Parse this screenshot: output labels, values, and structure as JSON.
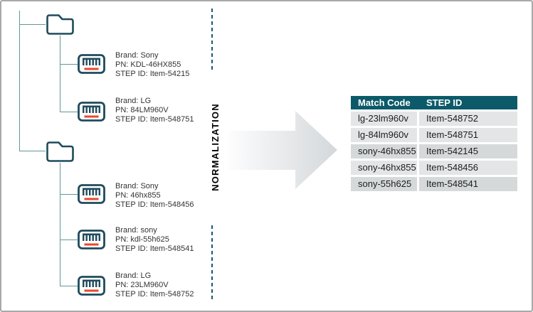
{
  "process": {
    "label": "NORMALIZATION"
  },
  "tree": {
    "items": [
      {
        "line1": "Brand: Sony",
        "line2": "PN: KDL-46HX855",
        "line3": "STEP ID: Item-54215"
      },
      {
        "line1": "Brand: LG",
        "line2": "PN: 84LM960V",
        "line3": "STEP ID: Item-548751"
      },
      {
        "line1": "Brand: Sony",
        "line2": "PN: 46hx855",
        "line3": "STEP ID: Item-548456"
      },
      {
        "line1": "Brand: sony",
        "line2": "PN: kdl-55h625",
        "line3": "STEP ID: Item-548541"
      },
      {
        "line1": "Brand: LG",
        "line2": "PN: 23LM960V",
        "line3": "STEP ID: Item-548752"
      }
    ]
  },
  "table": {
    "headers": [
      "Match Code",
      "STEP ID"
    ],
    "rows": [
      [
        "lg-23lm960v",
        "Item-548752"
      ],
      [
        "lg-84lm960v",
        "Item-548751"
      ],
      [
        "sony-46hx855",
        "Item-542145"
      ],
      [
        "sony-46hx855",
        "Item-548456"
      ],
      [
        "sony-55h625",
        "Item-548541"
      ]
    ]
  },
  "colors": {
    "icon_teal": "#1E4B5C",
    "tree_line": "#5F9894",
    "dash_teal": "#175A6A",
    "table_header_bg": "#0C5A69",
    "row_light": "#E3E5E6",
    "row_dark": "#D6D9DA",
    "accent_red": "#E8492B",
    "frame_border": "#A9A9A9"
  }
}
